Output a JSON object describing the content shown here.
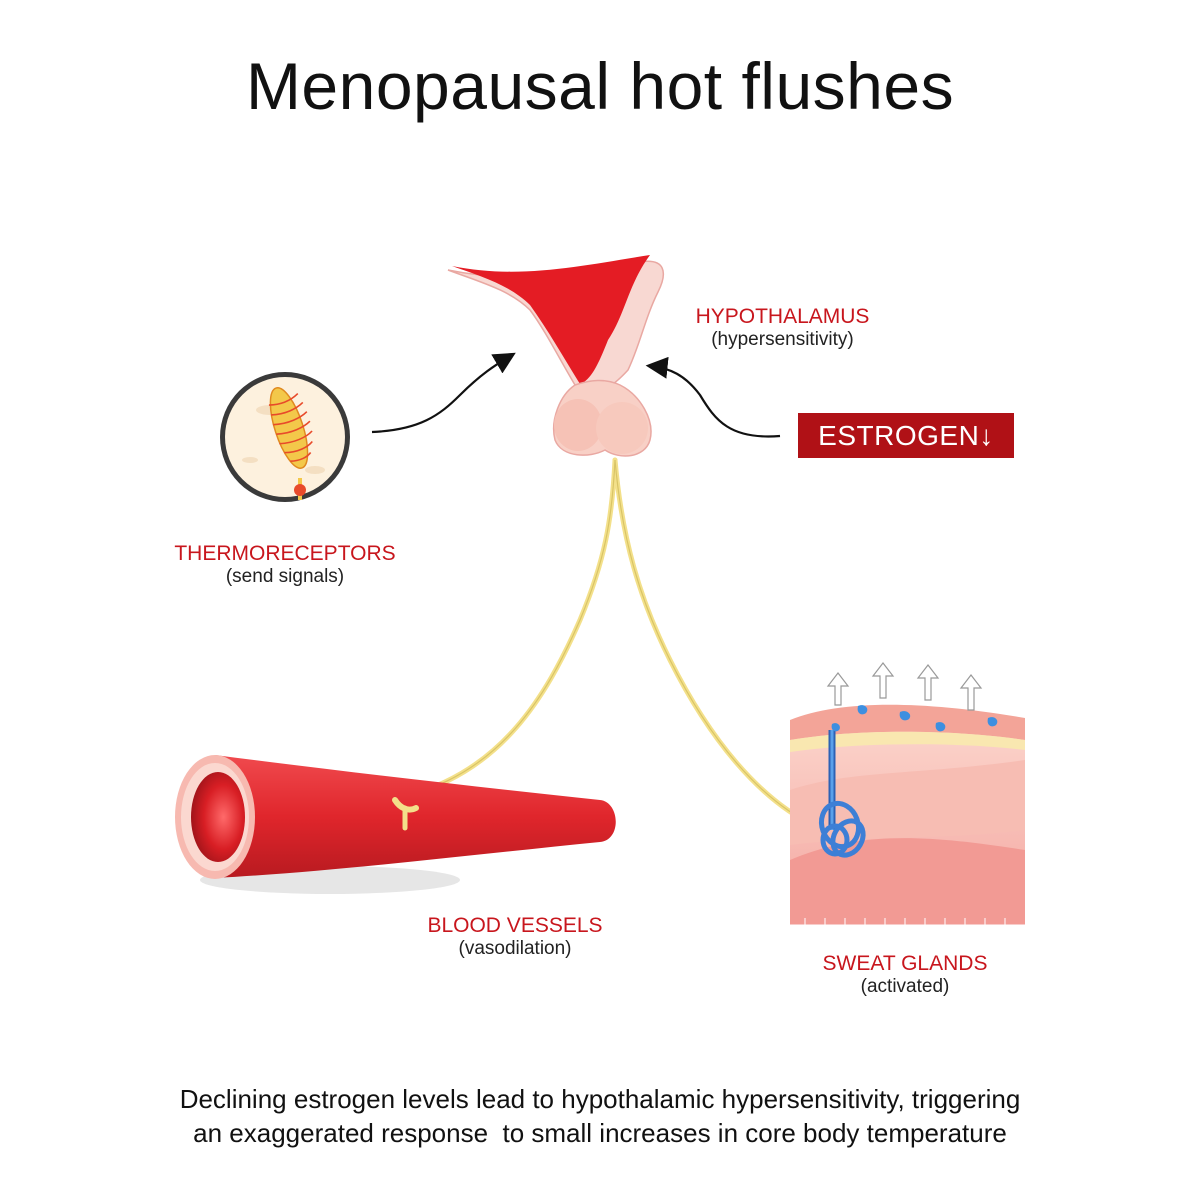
{
  "title": "Menopausal hot flushes",
  "labels": {
    "hypothalamus": {
      "name": "HYPOTHALAMUS",
      "sub": "(hypersensitivity)"
    },
    "thermoreceptors": {
      "name": "THERMORECEPTORS",
      "sub": "(send signals)"
    },
    "blood_vessels": {
      "name": "BLOOD VESSELS",
      "sub": "(vasodilation)"
    },
    "sweat_glands": {
      "name": "SWEAT GLANDS",
      "sub": "(activated)"
    }
  },
  "estrogen_badge": "ESTROGEN↓",
  "caption": {
    "line1": "Declining estrogen levels lead to hypothalamic hypersensitivity, triggering",
    "line2": "an exaggerated response  to small increases in core body temperature"
  },
  "colors": {
    "accent_red": "#c8161d",
    "badge_red": "#b01116",
    "nerve_yellow": "#f3e08a",
    "vessel_red": "#e0262c",
    "skin_pink": "#f7c6bd",
    "gland_blue": "#3d7fd6"
  }
}
